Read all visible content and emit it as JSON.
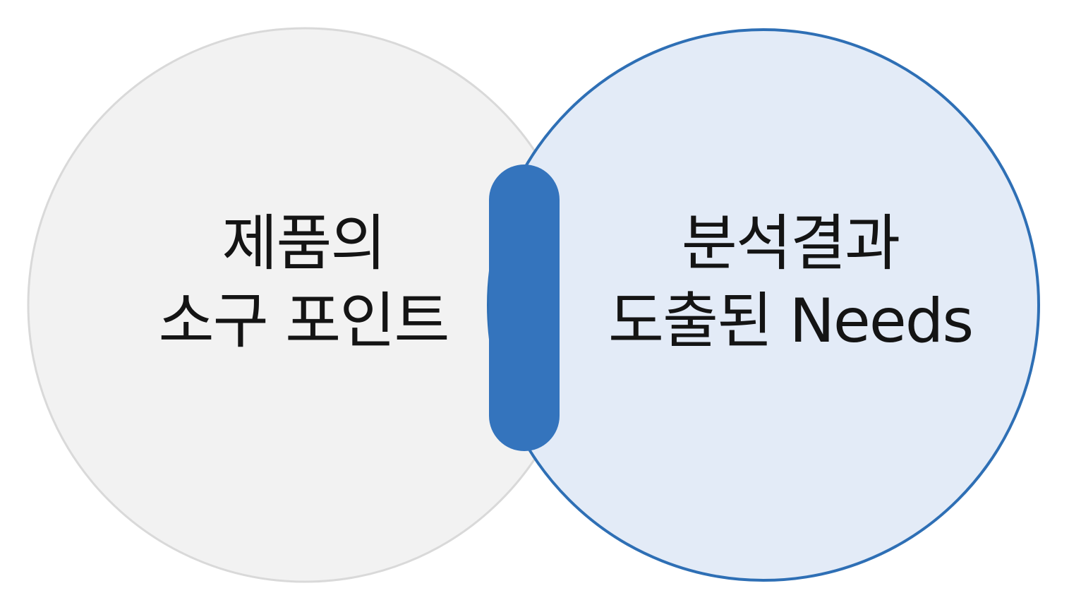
{
  "diagram": {
    "left_circle": {
      "line1": "제품의",
      "line2": "소구 포인트",
      "fill": "#f2f2f2",
      "stroke": "#d9d9d9"
    },
    "right_circle": {
      "line1": "분석결과",
      "line2": "도출된 Needs",
      "fill": "#e3ebf7",
      "stroke": "#2e6fb5"
    },
    "connector": {
      "fill": "#3474bd"
    }
  }
}
